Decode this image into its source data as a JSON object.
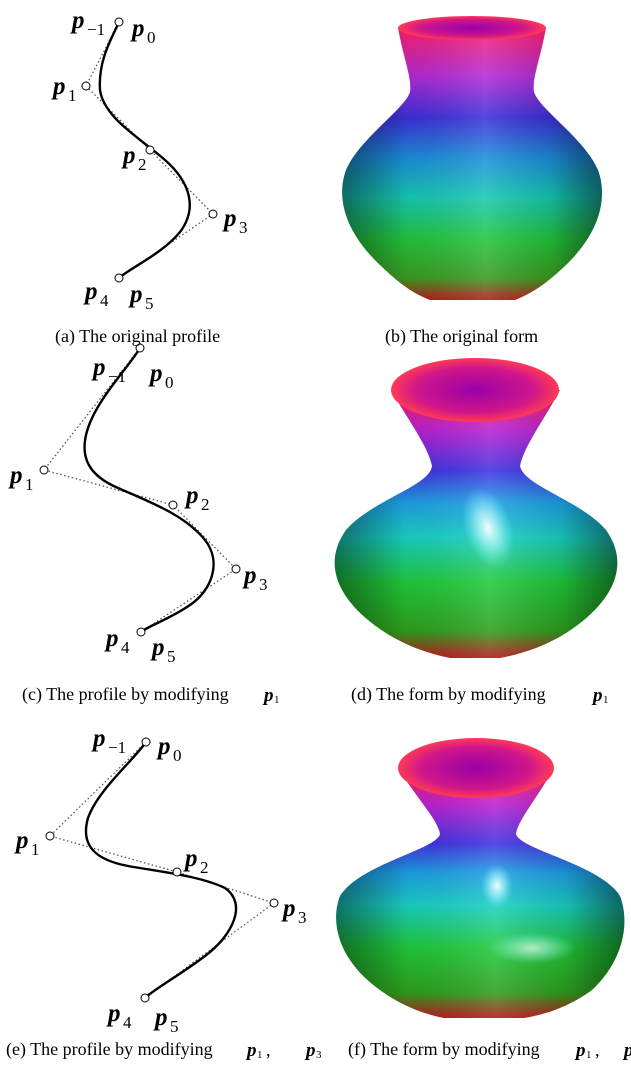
{
  "panels": [
    {
      "id": "a",
      "caption": "(a) The original profile",
      "points": [
        {
          "name": "p",
          "sub": "−1"
        },
        {
          "name": "p",
          "sub": "0"
        },
        {
          "name": "p",
          "sub": "1"
        },
        {
          "name": "p",
          "sub": "2"
        },
        {
          "name": "p",
          "sub": "3"
        },
        {
          "name": "p",
          "sub": "4"
        },
        {
          "name": "p",
          "sub": "5"
        }
      ]
    },
    {
      "id": "b",
      "caption": "(b) The original form"
    },
    {
      "id": "c",
      "caption": "(c) The profile by modifying",
      "caption_points": [
        {
          "name": "p",
          "sub": "1"
        }
      ],
      "points": [
        {
          "name": "p",
          "sub": "−1"
        },
        {
          "name": "p",
          "sub": "0"
        },
        {
          "name": "p",
          "sub": "1"
        },
        {
          "name": "p",
          "sub": "2"
        },
        {
          "name": "p",
          "sub": "3"
        },
        {
          "name": "p",
          "sub": "4"
        },
        {
          "name": "p",
          "sub": "5"
        }
      ]
    },
    {
      "id": "d",
      "caption": "(d) The form by modifying",
      "caption_points": [
        {
          "name": "p",
          "sub": "1"
        }
      ]
    },
    {
      "id": "e",
      "caption": "(e) The profile by modifying",
      "caption_points": [
        {
          "name": "p",
          "sub": "1"
        },
        {
          "name": "p",
          "sub": "3"
        }
      ],
      "points": [
        {
          "name": "p",
          "sub": "−1"
        },
        {
          "name": "p",
          "sub": "0"
        },
        {
          "name": "p",
          "sub": "1"
        },
        {
          "name": "p",
          "sub": "2"
        },
        {
          "name": "p",
          "sub": "3"
        },
        {
          "name": "p",
          "sub": "4"
        },
        {
          "name": "p",
          "sub": "5"
        }
      ]
    },
    {
      "id": "f",
      "caption": "(f) The form by modifying",
      "caption_points": [
        {
          "name": "p",
          "sub": "1"
        },
        {
          "name": "p",
          "sub": ""
        }
      ]
    }
  ],
  "caption_separator": ",",
  "colors": {
    "curve": "#000000",
    "control_polygon": "#555555",
    "vase_top": "#ff2a4a",
    "vase_upper": "#7a1fd6",
    "vase_middle": "#1aa8c8",
    "vase_lower": "#22c43a",
    "vase_bottom": "#c11a1a"
  }
}
